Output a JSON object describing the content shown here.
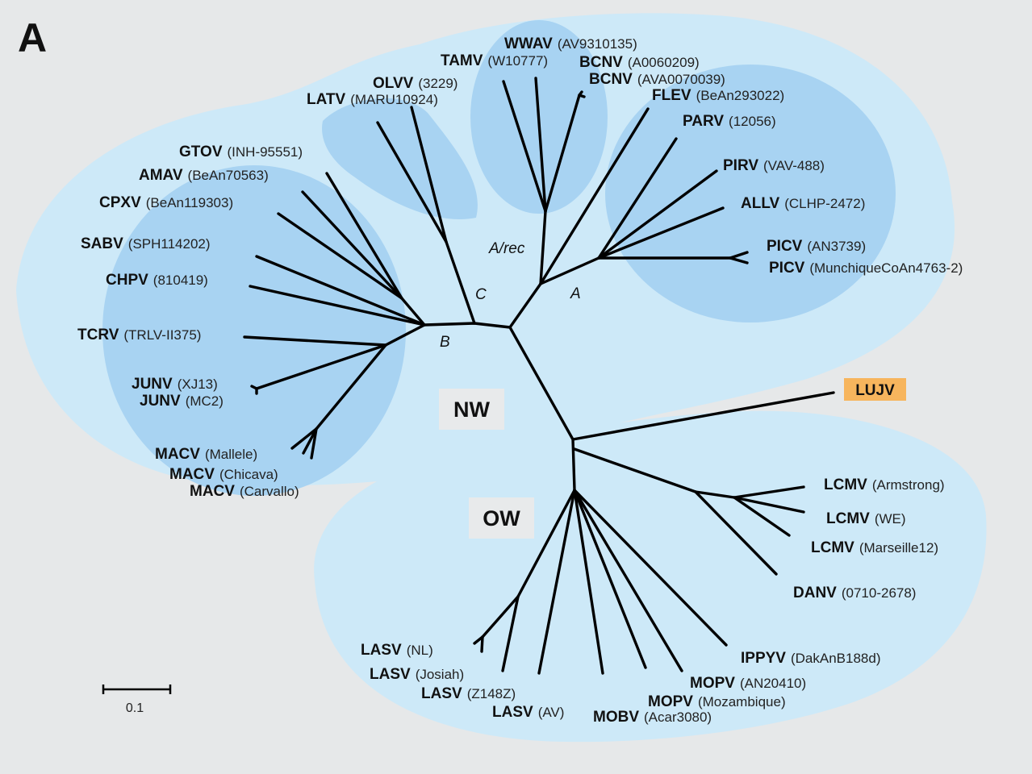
{
  "panel_label": "A",
  "groups": {
    "nw": "NW",
    "ow": "OW"
  },
  "clade_labels": {
    "a_rec": "A/rec",
    "a": "A",
    "b": "B",
    "c": "C"
  },
  "scale_bar": {
    "label": "0.1"
  },
  "highlighted_taxon": "LUJV",
  "taxa": [
    {
      "abbr": "WWAV",
      "strain": "(AV9310135)"
    },
    {
      "abbr": "TAMV",
      "strain": "(W10777)"
    },
    {
      "abbr": "BCNV",
      "strain": "(A0060209)"
    },
    {
      "abbr": "BCNV",
      "strain": "(AVA0070039)"
    },
    {
      "abbr": "OLVV",
      "strain": "(3229)"
    },
    {
      "abbr": "LATV",
      "strain": "(MARU10924)"
    },
    {
      "abbr": "FLEV",
      "strain": "(BeAn293022)"
    },
    {
      "abbr": "PARV",
      "strain": "(12056)"
    },
    {
      "abbr": "GTOV",
      "strain": "(INH-95551)"
    },
    {
      "abbr": "AMAV",
      "strain": "(BeAn70563)"
    },
    {
      "abbr": "PIRV",
      "strain": "(VAV-488)"
    },
    {
      "abbr": "CPXV",
      "strain": "(BeAn119303)"
    },
    {
      "abbr": "ALLV",
      "strain": "(CLHP-2472)"
    },
    {
      "abbr": "SABV",
      "strain": "(SPH114202)"
    },
    {
      "abbr": "PICV",
      "strain": "(AN3739)"
    },
    {
      "abbr": "PICV",
      "strain": "(MunchiqueCoAn4763-2)"
    },
    {
      "abbr": "CHPV",
      "strain": "(810419)"
    },
    {
      "abbr": "TCRV",
      "strain": "(TRLV-II375)"
    },
    {
      "abbr": "JUNV",
      "strain": "(XJ13)"
    },
    {
      "abbr": "JUNV",
      "strain": "(MC2)"
    },
    {
      "abbr": "MACV",
      "strain": "(Mallele)"
    },
    {
      "abbr": "MACV",
      "strain": "(Chicava)"
    },
    {
      "abbr": "MACV",
      "strain": "(Carvallo)"
    },
    {
      "abbr": "LCMV",
      "strain": "(Armstrong)"
    },
    {
      "abbr": "LCMV",
      "strain": "(WE)"
    },
    {
      "abbr": "LCMV",
      "strain": "(Marseille12)"
    },
    {
      "abbr": "DANV",
      "strain": "(0710-2678)"
    },
    {
      "abbr": "IPPYV",
      "strain": "(DakAnB188d)"
    },
    {
      "abbr": "MOPV",
      "strain": "(AN20410)"
    },
    {
      "abbr": "MOPV",
      "strain": "(Mozambique)"
    },
    {
      "abbr": "MOBV",
      "strain": "(Acar3080)"
    },
    {
      "abbr": "LASV",
      "strain": "(NL)"
    },
    {
      "abbr": "LASV",
      "strain": "(Josiah)"
    },
    {
      "abbr": "LASV",
      "strain": "(Z148Z)"
    },
    {
      "abbr": "LASV",
      "strain": "(AV)"
    }
  ]
}
